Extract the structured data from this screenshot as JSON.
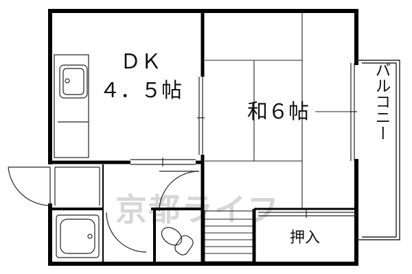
{
  "rooms": {
    "dk": {
      "name": "ＤＫ",
      "size": "４．５帖"
    },
    "washitsu": {
      "name": "和６帖"
    },
    "balcony": {
      "name": "バルコニー"
    },
    "closet": {
      "name": "押入"
    }
  },
  "watermark": {
    "text": "京都ライフ"
  },
  "colors": {
    "wall": "#000000",
    "line": "#222222",
    "watermark": "#d6d6d6"
  }
}
